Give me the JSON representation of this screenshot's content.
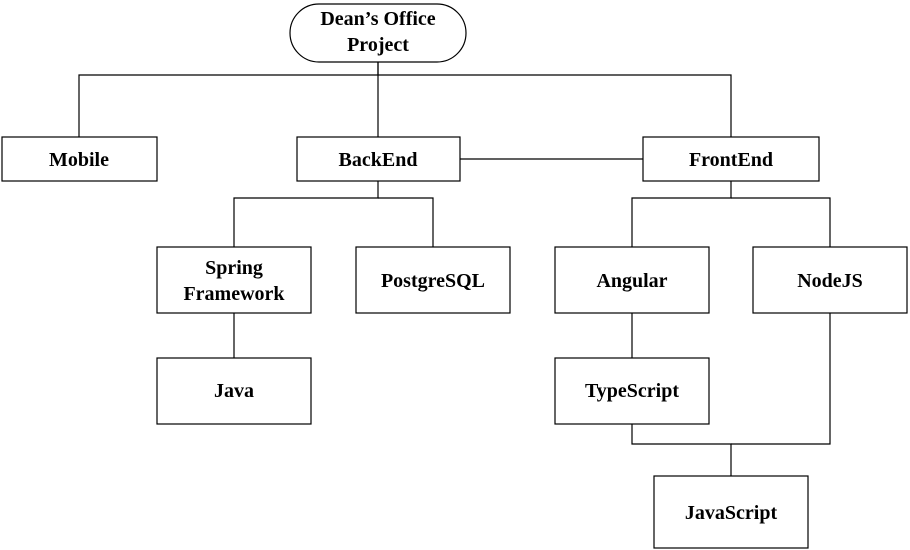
{
  "nodes": {
    "root": [
      "Dean’s Office",
      "Project"
    ],
    "mobile": [
      "Mobile"
    ],
    "backend": [
      "BackEnd"
    ],
    "frontend": [
      "FrontEnd"
    ],
    "spring": [
      "Spring",
      "Framework"
    ],
    "postgres": [
      "PostgreSQL"
    ],
    "angular": [
      "Angular"
    ],
    "nodejs": [
      "NodeJS"
    ],
    "java": [
      "Java"
    ],
    "typescript": [
      "TypeScript"
    ],
    "javascript": [
      "JavaScript"
    ]
  },
  "edges": [
    [
      "root",
      "mobile"
    ],
    [
      "root",
      "backend"
    ],
    [
      "root",
      "frontend"
    ],
    [
      "backend",
      "frontend"
    ],
    [
      "backend",
      "spring"
    ],
    [
      "backend",
      "postgres"
    ],
    [
      "frontend",
      "angular"
    ],
    [
      "frontend",
      "nodejs"
    ],
    [
      "spring",
      "java"
    ],
    [
      "angular",
      "typescript"
    ],
    [
      "typescript",
      "javascript"
    ],
    [
      "nodejs",
      "javascript"
    ]
  ],
  "colors": {
    "stroke": "#000000",
    "fill": "#ffffff",
    "text": "#000000"
  }
}
